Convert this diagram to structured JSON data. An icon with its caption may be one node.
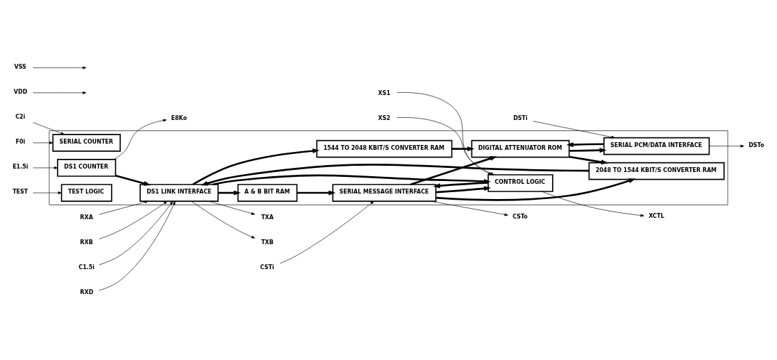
{
  "diagram": {
    "nodes": [
      {
        "text": [],
        "shape": "box"
      },
      {
        "text": [
          "C2i"
        ]
      },
      {
        "text": [
          "F0i"
        ]
      },
      {
        "text": [
          "VDD"
        ]
      },
      {
        "text": [
          "VSS"
        ]
      },
      {
        "text": [
          "E1.5i"
        ]
      },
      {
        "text": [
          "E8Ko"
        ]
      },
      {
        "text": [
          "C1.5i"
        ]
      },
      {
        "text": [
          "SERIAL COUNTER"
        ],
        "in": 0
      },
      {
        "text": [
          "DS1 COUNTER"
        ],
        "in": 0
      },
      {
        "text": [
          "DS1 LINK INTERFACE"
        ],
        "in": 0
      },
      {
        "text": [
          "RXD"
        ]
      },
      {
        "text": [
          "RXA"
        ]
      },
      {
        "text": [
          "RXB"
        ]
      },
      {
        "text": [
          "DSTo"
        ]
      },
      {
        "text": [
          "SERIAL PCM/DATA INTERFACE"
        ],
        "in": 0
      },
      {
        "text": [
          "DIGITAL ATTENUATOR ROM"
        ],
        "in": 0
      },
      {
        "text": [
          "1544 TO 2048 KBIT/S CONVERTER RAM"
        ],
        "in": 0
      },
      {
        "text": [
          "DSTi"
        ]
      },
      {
        "text": [
          "TXA"
        ]
      },
      {
        "text": [
          "2048 TO 1544 KBIT/S CONVERTER RAM"
        ],
        "in": 0
      },
      {
        "text": [
          "TXB"
        ]
      },
      {
        "text": [
          "CSTo"
        ]
      },
      {
        "text": [
          "SERIAL MESSAGE INTERFACE"
        ],
        "in": 0
      },
      {
        "text": [
          "A & B BIT RAM"
        ],
        "in": 0
      },
      {
        "text": [
          "CSTi"
        ]
      },
      {
        "text": [
          "CONTROL LOGIC"
        ],
        "in": 0
      },
      {
        "text": [
          "TEST LOGIC"
        ],
        "in": 0
      },
      {
        "text": [
          "XS1"
        ]
      },
      {
        "text": [
          "XS2"
        ]
      },
      {
        "text": [
          "XCTL"
        ]
      },
      {
        "text": [
          "TEST"
        ]
      }
    ],
    "edges": [
      {
        "from": 1,
        "to": 8,
        "arrow": "to"
      },
      {
        "from": 2,
        "to": 8,
        "arrow": "to"
      },
      {
        "from": 3,
        "to": null,
        "arrow": "to"
      },
      {
        "from": 4,
        "to": null,
        "arrow": "to"
      },
      {
        "from": 5,
        "to": 9,
        "arrow": "to"
      },
      {
        "from": 9,
        "to": 6,
        "arrow": "to"
      },
      {
        "from": 7,
        "to": 10,
        "arrow": "to"
      },
      {
        "from": 9,
        "to": 10,
        "arrow": "to",
        "style": "thick"
      },
      {
        "from": 11,
        "to": 10,
        "arrow": "to"
      },
      {
        "from": 12,
        "to": 10,
        "arrow": "to"
      },
      {
        "from": 13,
        "to": 10,
        "arrow": "to"
      },
      {
        "from": 15,
        "to": 14,
        "arrow": "to"
      },
      {
        "from": 16,
        "to": 15,
        "arrow": "to",
        "style": "thick"
      },
      {
        "from": 10,
        "to": 17,
        "arrow": "to",
        "style": "thick"
      },
      {
        "from": 17,
        "to": 16,
        "arrow": "to",
        "style": "thick"
      },
      {
        "from": 18,
        "to": 15,
        "arrow": "to"
      },
      {
        "from": 15,
        "to": 16,
        "arrow": "to",
        "style": "thick"
      },
      {
        "from": 16,
        "to": 20,
        "arrow": "to",
        "style": "thick"
      },
      {
        "from": 20,
        "to": 10,
        "arrow": "to",
        "style": "thick"
      },
      {
        "from": 10,
        "to": 19,
        "arrow": "to"
      },
      {
        "from": 10,
        "to": 21,
        "arrow": "to"
      },
      {
        "from": 23,
        "to": 16,
        "arrow": "to",
        "style": "thick"
      },
      {
        "from": 23,
        "to": 20,
        "arrow": "to",
        "style": "thick"
      },
      {
        "from": 23,
        "to": 22,
        "arrow": "to"
      },
      {
        "from": 24,
        "to": 23,
        "arrow": "to",
        "style": "thick"
      },
      {
        "from": 10,
        "to": 24,
        "arrow": "to",
        "style": "thick"
      },
      {
        "from": 25,
        "to": 23,
        "arrow": "to"
      },
      {
        "from": 26,
        "to": 23,
        "arrow": "to",
        "style": "thick"
      },
      {
        "from": 23,
        "to": 26,
        "arrow": "to",
        "style": "thick"
      },
      {
        "from": 10,
        "to": 26,
        "arrow": "to",
        "style": "thick"
      },
      {
        "from": 28,
        "to": 26,
        "arrow": "to"
      },
      {
        "from": 29,
        "to": 26,
        "arrow": "to"
      },
      {
        "from": 26,
        "to": 30,
        "arrow": "to"
      },
      {
        "from": 31,
        "to": 27,
        "arrow": "to"
      }
    ]
  }
}
